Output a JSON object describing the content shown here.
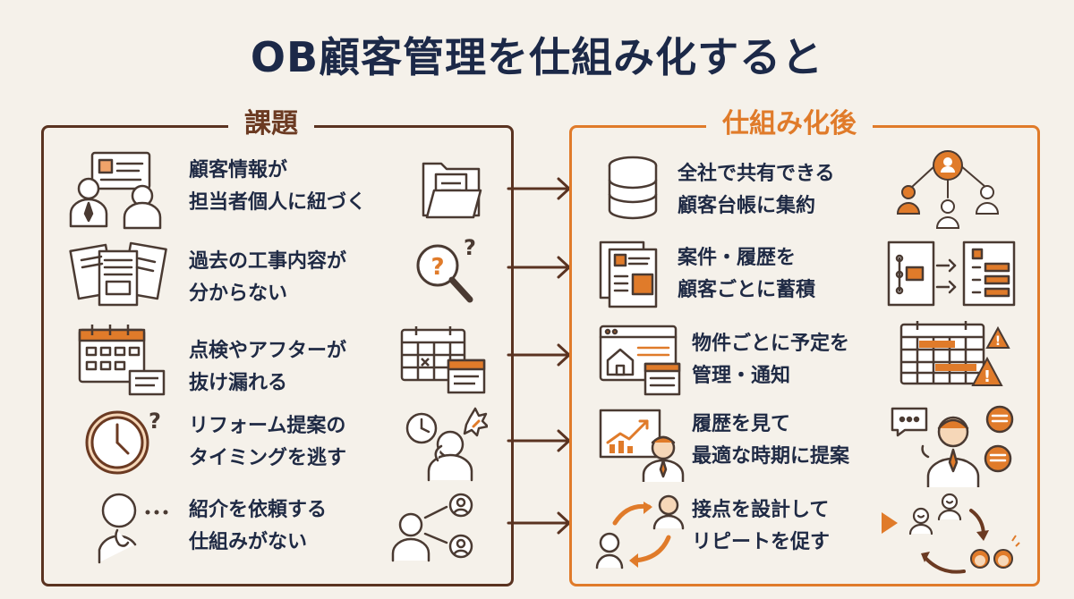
{
  "title": "OB顧客管理を仕組み化すると",
  "left_panel": {
    "label": "課題",
    "items": [
      {
        "line1": "顧客情報が",
        "line2": "担当者個人に紐づく"
      },
      {
        "line1": "過去の工事内容が",
        "line2": "分からない"
      },
      {
        "line1": "点検やアフターが",
        "line2": "抜け漏れる"
      },
      {
        "line1": "リフォーム提案の",
        "line2": "タイミングを逃す"
      },
      {
        "line1": "紹介を依頼する",
        "line2": "仕組みがない"
      }
    ]
  },
  "right_panel": {
    "label": "仕組み化後",
    "items": [
      {
        "line1": "全社で共有できる",
        "line2": "顧客台帳に集約"
      },
      {
        "line1": "案件・履歴を",
        "line2": "顧客ごとに蓄積"
      },
      {
        "line1": "物件ごとに予定を",
        "line2": "管理・通知"
      },
      {
        "line1": "履歴を見て",
        "line2": "最適な時期に提案"
      },
      {
        "line1": "接点を設計して",
        "line2": "リピートを促す"
      }
    ]
  },
  "colors": {
    "title": "#1c2948",
    "left_border": "#5a3321",
    "right_border": "#e07b2a",
    "background": "#f5f1ea",
    "text": "#1f2a44"
  }
}
